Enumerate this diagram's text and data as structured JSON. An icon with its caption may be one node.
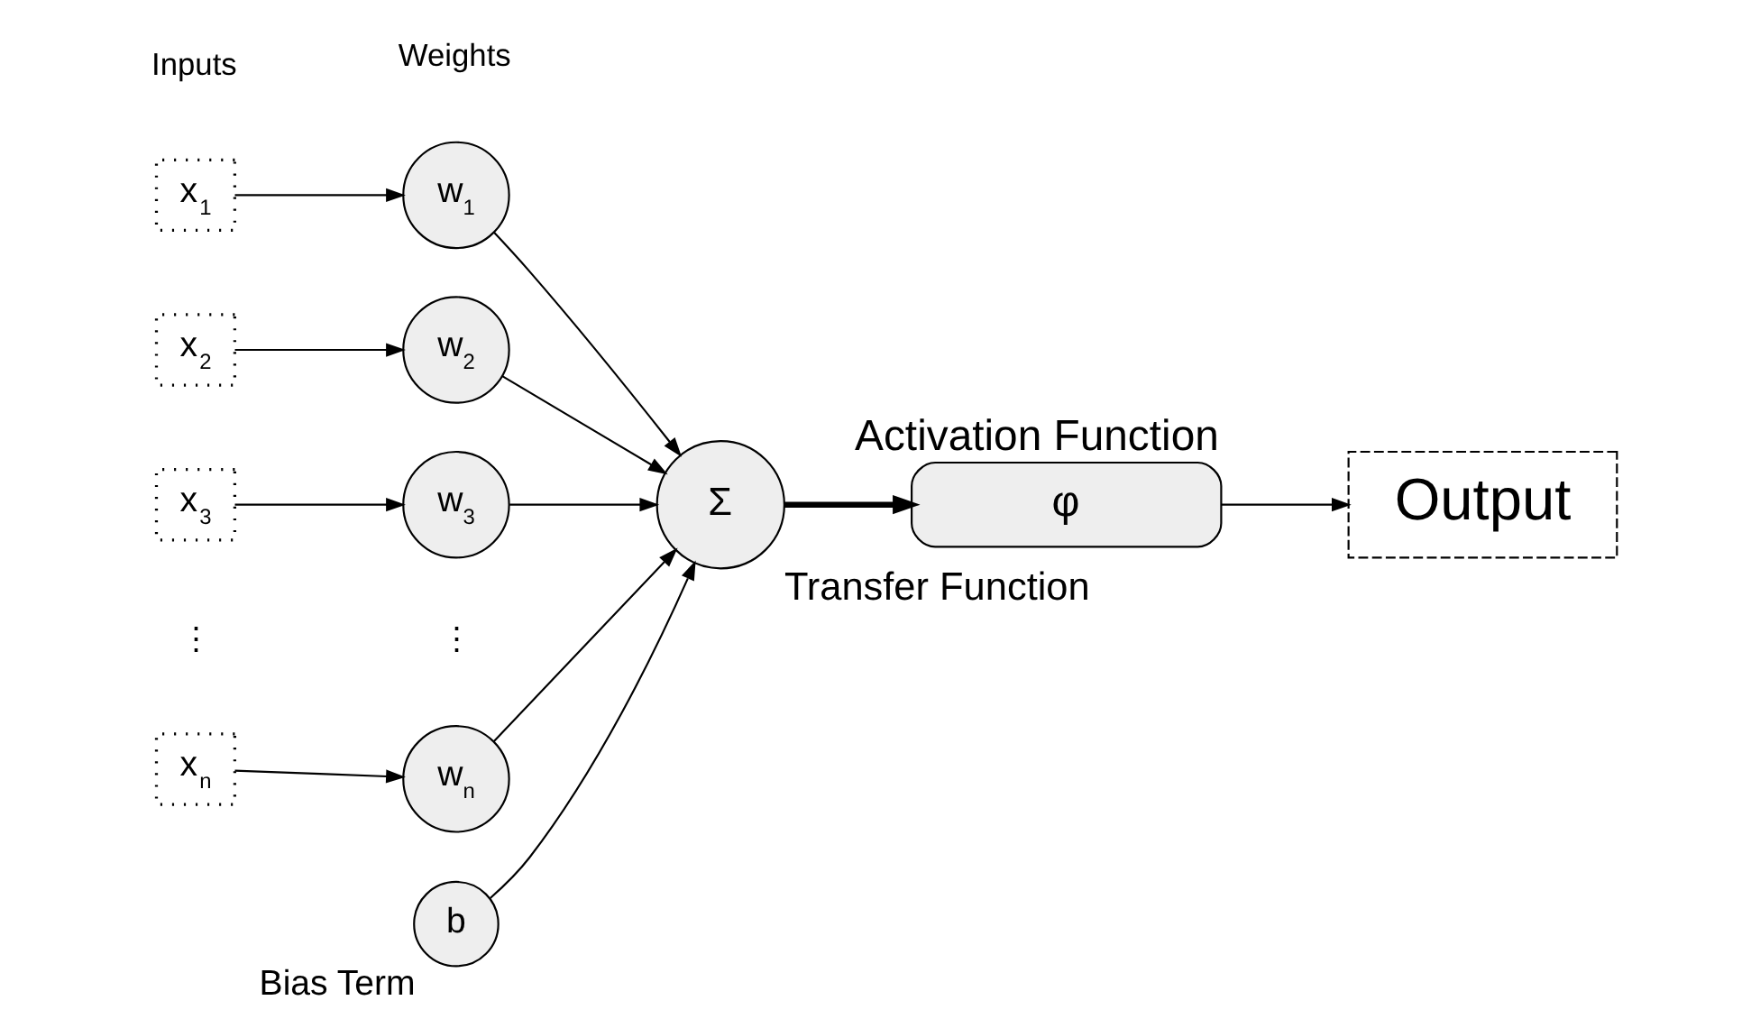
{
  "diagram": {
    "nodes": [
      {
        "text": [
          "x$_{1}$"
        ]
      },
      {
        "text": [
          "x$_{2}$"
        ]
      },
      {
        "text": [
          "x$_{3}$"
        ]
      },
      {
        "text": [
          "x$_{n}$"
        ]
      },
      {
        "text": [
          "w$_{1}$"
        ]
      },
      {
        "text": [
          "w$_{2}$"
        ]
      },
      {
        "text": [
          "w$_{3}$"
        ]
      },
      {
        "text": [
          "w$_{n}$"
        ]
      },
      {
        "text": [
          "Σ"
        ],
        "beside": [
          "Transfer Function"
        ]
      },
      {
        "text": [
          "b"
        ],
        "beside": [
          "Bias Term"
        ]
      },
      {
        "text": [
          "φ"
        ],
        "beside": [
          "Activation Function"
        ]
      },
      {
        "text": [
          "Output"
        ]
      }
    ],
    "edges": [
      {
        "from": 0,
        "to": 4,
        "arrow": "to"
      },
      {
        "from": 1,
        "to": 5,
        "arrow": "to"
      },
      {
        "from": 2,
        "to": 6,
        "arrow": "to"
      },
      {
        "from": 3,
        "to": 7,
        "arrow": "to"
      },
      {
        "from": 4,
        "to": 8,
        "arrow": "to"
      },
      {
        "from": 5,
        "to": 8,
        "arrow": "to"
      },
      {
        "from": 6,
        "to": 8,
        "arrow": "to"
      },
      {
        "from": 7,
        "to": 8,
        "arrow": "to"
      },
      {
        "from": 9,
        "to": 8,
        "arrow": "to"
      },
      {
        "from": 8,
        "to": 10,
        "arrow": "to",
        "style": "thick"
      },
      {
        "from": 10,
        "to": 11,
        "arrow": "to"
      }
    ],
    "labels": [
      "Inputs",
      "Weights",
      "⋮",
      "⋮"
    ]
  }
}
